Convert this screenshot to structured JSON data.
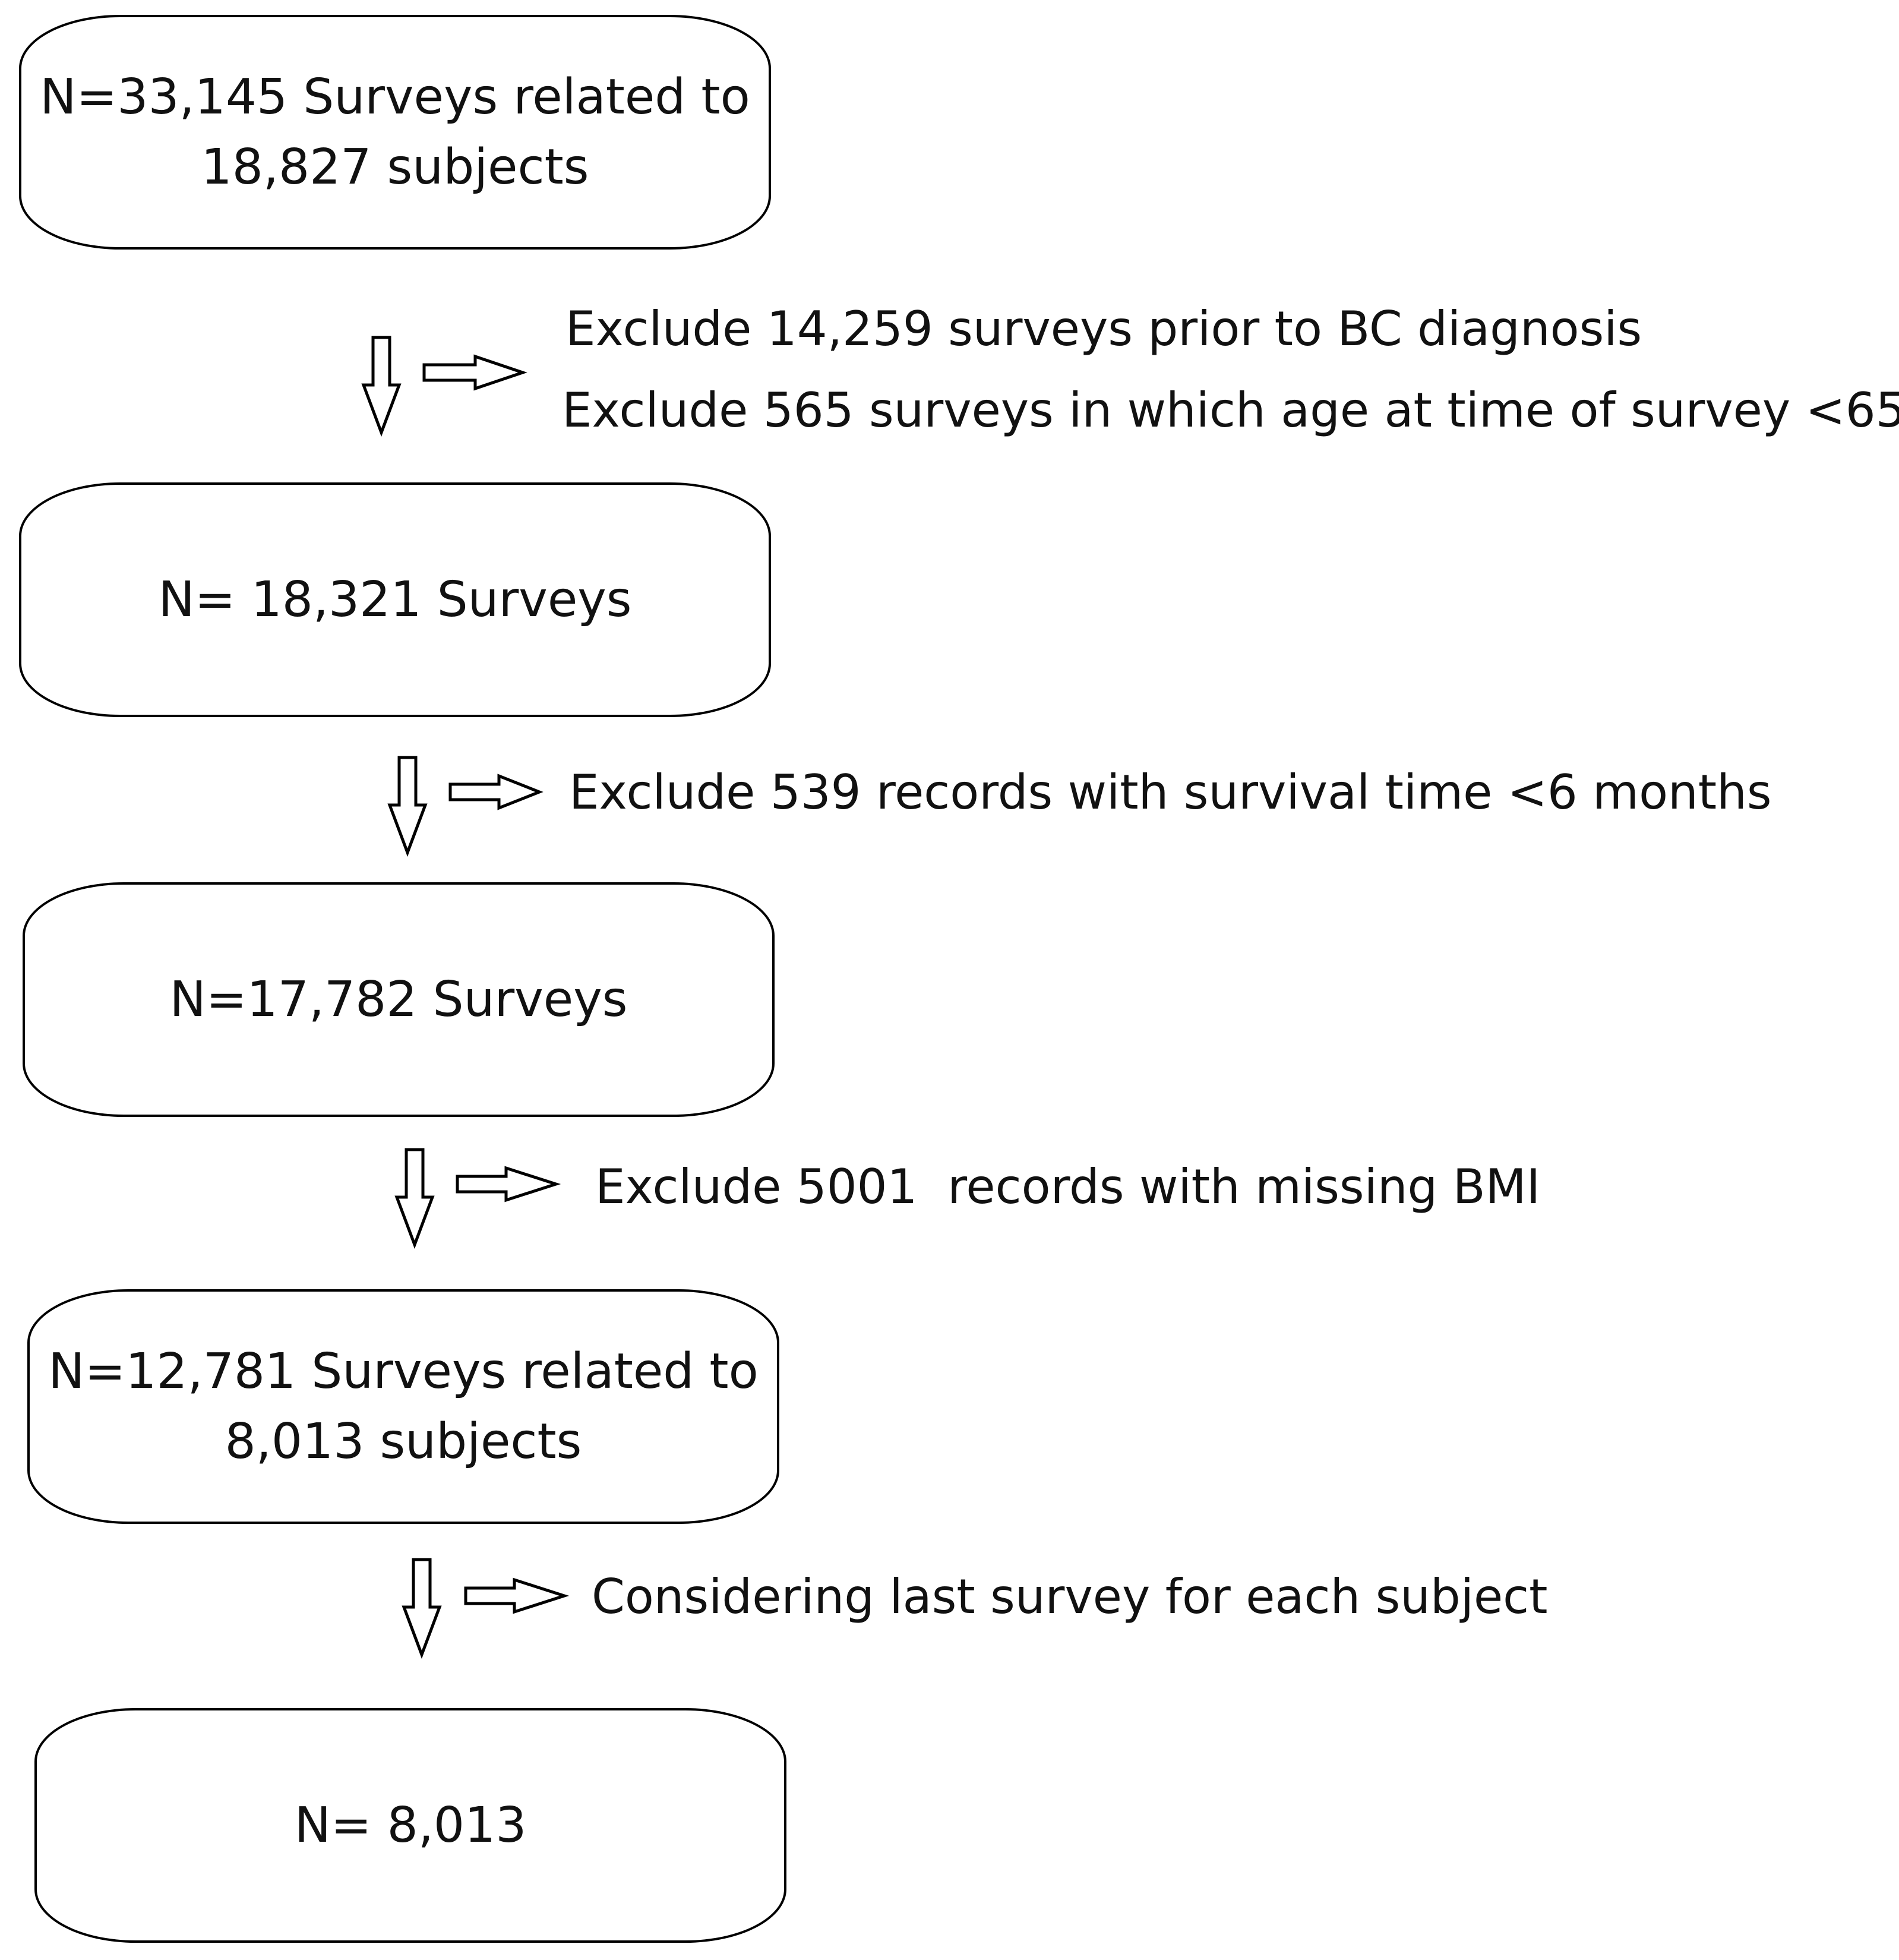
{
  "flowchart": {
    "boxes": [
      {
        "lines": [
          "N=33,145 Surveys related to",
          "18,827 subjects"
        ]
      },
      {
        "lines": [
          "N= 18,321 Surveys"
        ]
      },
      {
        "lines": [
          "N=17,782 Surveys"
        ]
      },
      {
        "lines": [
          "N=12,781 Surveys related to",
          "8,013 subjects"
        ]
      },
      {
        "lines": [
          "N= 8,013"
        ]
      }
    ],
    "notes": [
      "Exclude 14,259 surveys prior to BC diagnosis",
      "Exclude 565 surveys in which age at time of survey <65",
      "Exclude 539 records with survival time <6 months",
      "Exclude 5001  records with missing BMI",
      "Considering last survey for each subject"
    ]
  },
  "colors": {
    "stroke": "#000000",
    "text": "#111111",
    "background": "#ffffff"
  }
}
